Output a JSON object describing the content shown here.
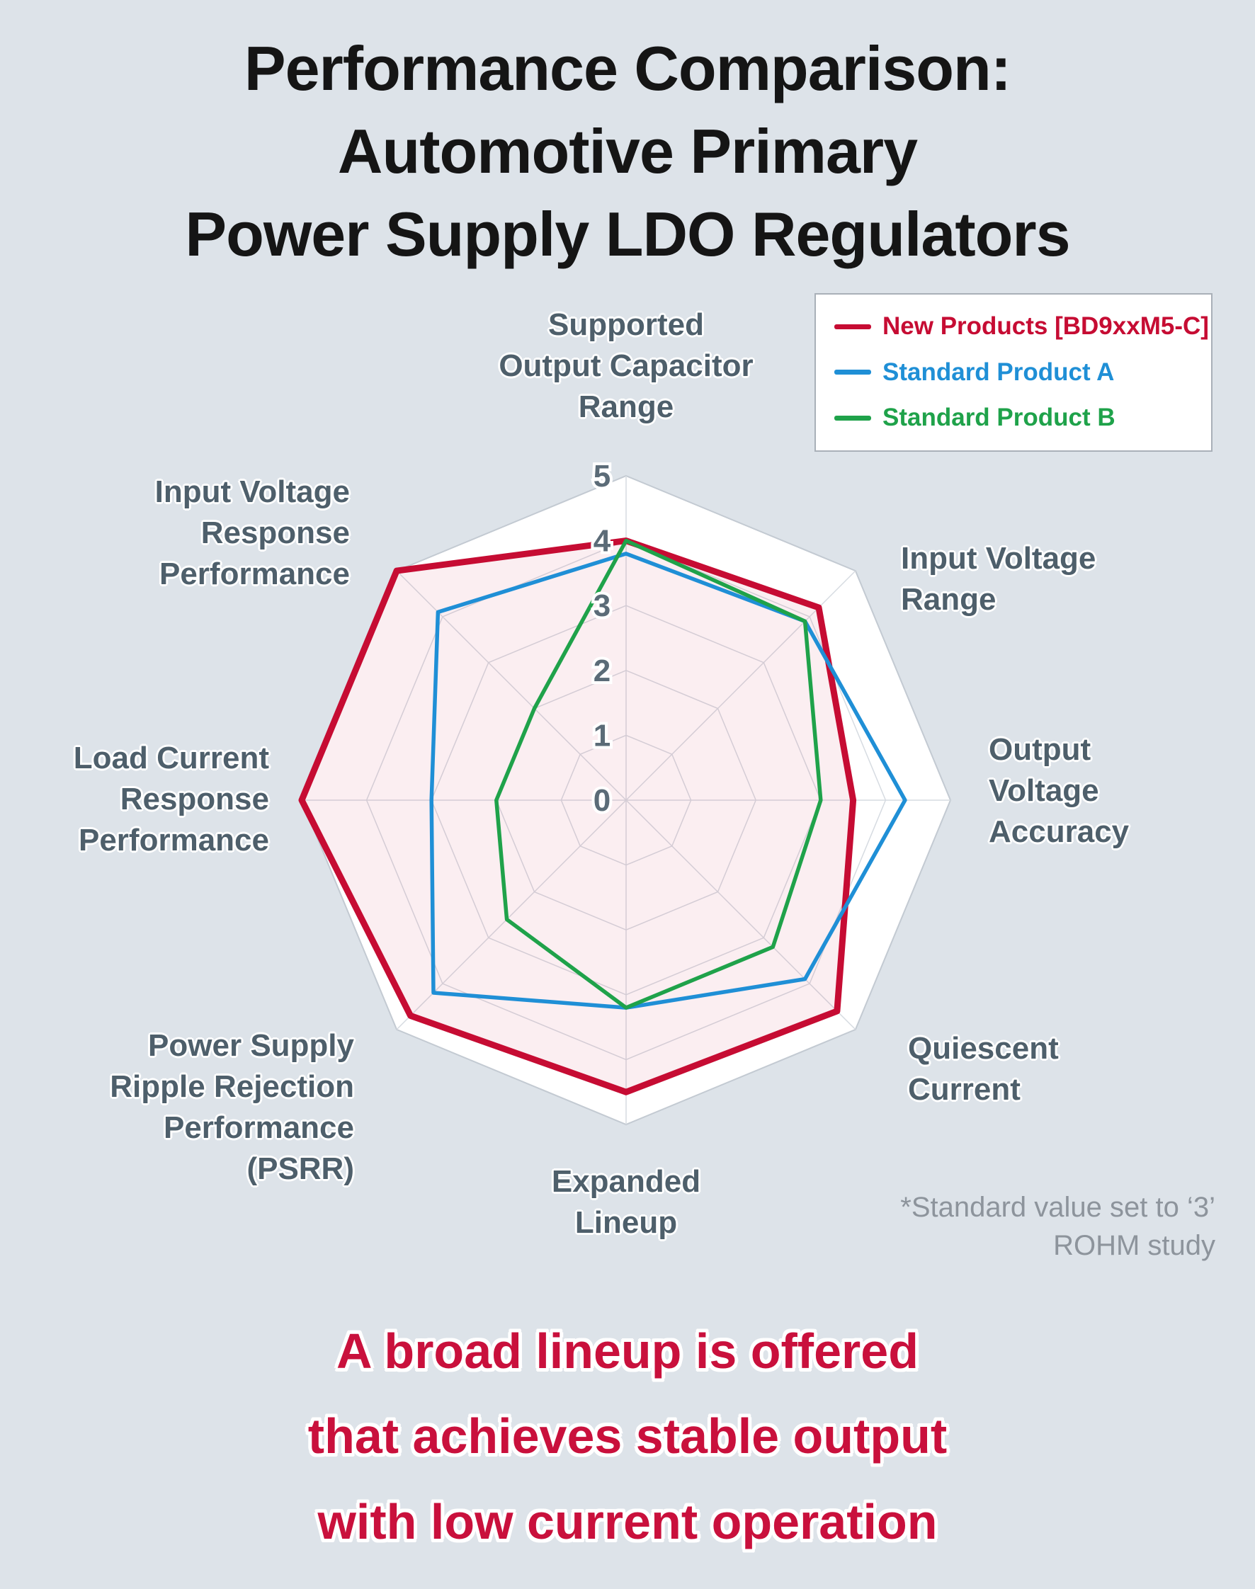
{
  "title": "Performance Comparison:\nAutomotive Primary\nPower Supply LDO Regulators",
  "footnote": "*Standard value set to ‘3’\nROHM study",
  "message": "A broad lineup is offered\nthat achieves stable output\nwith low current operation",
  "colors": {
    "background": "#dde3e9",
    "axis_label": "#4e5f6b",
    "tick_label": "#5b6b77",
    "message_red": "#c9103c"
  },
  "chart_data": {
    "type": "radar",
    "title": "Performance Comparison: Automotive Primary Power Supply LDO Regulators",
    "scale": {
      "min": 0,
      "max": 5,
      "ticks": [
        0,
        1,
        2,
        3,
        4,
        5
      ]
    },
    "axes": [
      {
        "label": "Supported\nOutput Capacitor\nRange"
      },
      {
        "label": "Input Voltage\nRange"
      },
      {
        "label": "Output\nVoltage\nAccuracy"
      },
      {
        "label": "Quiescent\nCurrent"
      },
      {
        "label": "Expanded\nLineup"
      },
      {
        "label": "Power Supply\nRipple Rejection\nPerformance\n(PSRR)"
      },
      {
        "label": "Load Current\nResponse\nPerformance"
      },
      {
        "label": "Input Voltage\nResponse\nPerformance"
      }
    ],
    "series": [
      {
        "name": "New Products [BD9xxM5-C]",
        "color": "#c60c33",
        "fill": "rgba(198,12,51,0.07)",
        "width": 9,
        "values": [
          4.0,
          4.2,
          3.5,
          4.6,
          4.5,
          4.7,
          5.0,
          5.0
        ]
      },
      {
        "name": "Standard Product A",
        "color": "#1f8fd6",
        "fill": "none",
        "width": 5.5,
        "values": [
          3.8,
          3.9,
          4.3,
          3.9,
          3.2,
          4.2,
          3.0,
          4.1
        ]
      },
      {
        "name": "Standard Product B",
        "color": "#1fa24a",
        "fill": "none",
        "width": 5.5,
        "values": [
          4.0,
          3.9,
          3.0,
          3.2,
          3.2,
          2.6,
          2.0,
          2.0
        ]
      }
    ],
    "legend_position": "top-right",
    "grid": true,
    "note": "*Standard value set to ‘3’ ROHM study"
  }
}
